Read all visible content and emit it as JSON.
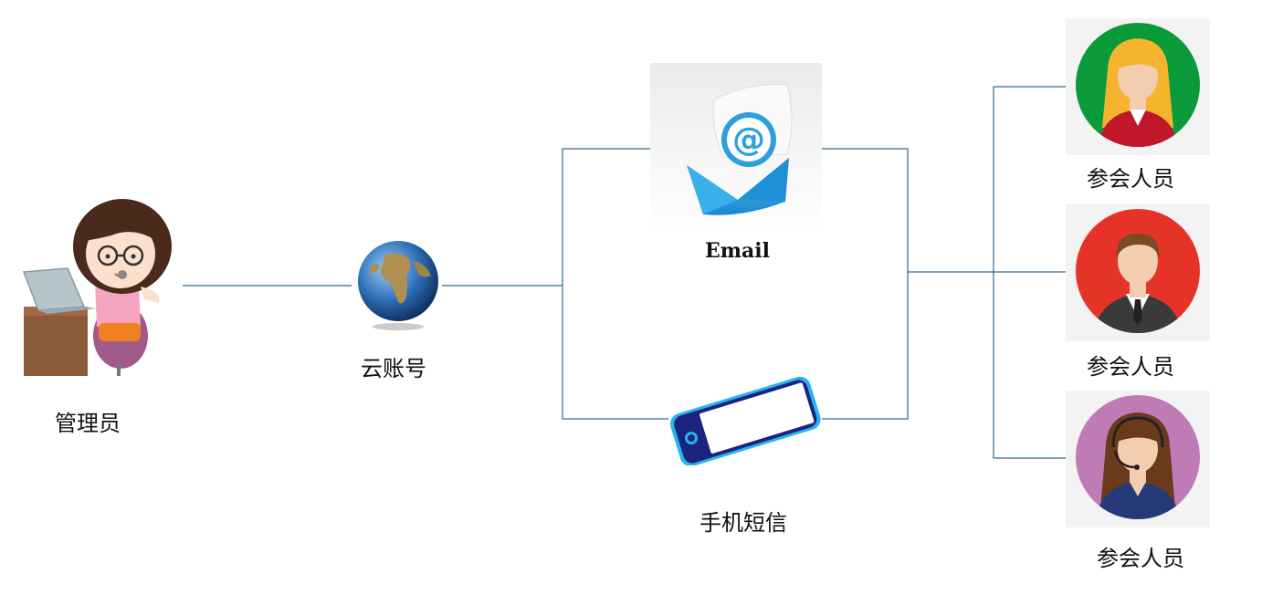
{
  "nodes": {
    "admin": {
      "label": "管理员"
    },
    "cloud": {
      "label": "云账号"
    },
    "email": {
      "label": "Email"
    },
    "sms": {
      "label": "手机短信"
    },
    "participants": [
      {
        "label": "参会人员",
        "avatar": "woman-blonde-avatar-icon",
        "bg": "#0a9a3a"
      },
      {
        "label": "参会人员",
        "avatar": "man-suit-avatar-icon",
        "bg": "#e63327"
      },
      {
        "label": "参会人员",
        "avatar": "woman-headset-avatar-icon",
        "bg": "#c07ab5"
      }
    ]
  },
  "colors": {
    "connector": "#2f6b8f"
  }
}
